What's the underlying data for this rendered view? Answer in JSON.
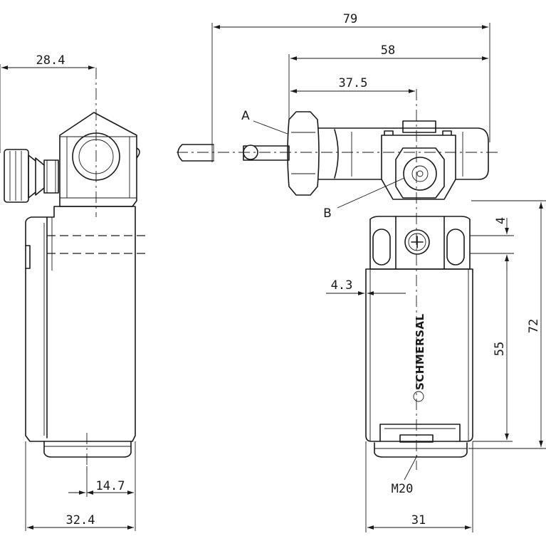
{
  "dimensions": {
    "side_top_width": "28.4",
    "overall_length": "79",
    "lever_length": "58",
    "axis_offset": "37.5",
    "slot_height": "4",
    "height_total": "72",
    "height_body": "55",
    "side_offset": "4.3",
    "conduit_offset": "14.7",
    "side_width": "32.4",
    "front_width": "31",
    "thread": "M20"
  },
  "callouts": {
    "a": "A",
    "b": "B"
  },
  "brand": "SCHMERSAL"
}
